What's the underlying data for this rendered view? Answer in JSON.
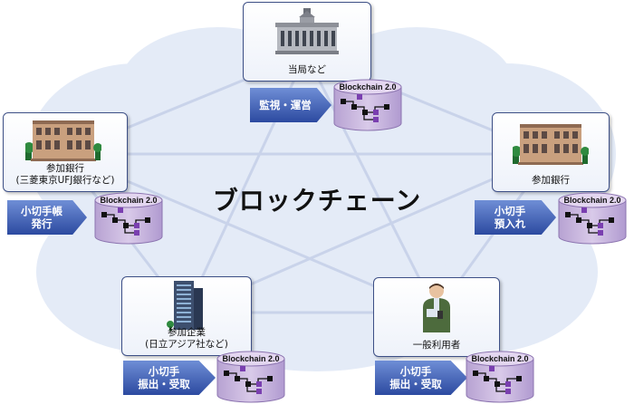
{
  "center_title": "ブロックチェーン",
  "chain_label": "Blockchain 2.0",
  "nodes": {
    "authority": {
      "label": "当局など",
      "action": "監視・運営"
    },
    "bank_left": {
      "label": "参加銀行\n(三菱東京UFJ銀行など)",
      "action": "小切手帳\n発行"
    },
    "bank_right": {
      "label": "参加銀行",
      "action": "小切手\n預入れ"
    },
    "company": {
      "label": "参加企業\n(日立アジア社など)",
      "action": "小切手\n振出・受取"
    },
    "user": {
      "label": "一般利用者",
      "action": "小切手\n振出・受取"
    }
  },
  "colors": {
    "cloud": "#e4ebf7",
    "network_line": "#c9d3ea",
    "card_border": "#3d4f86",
    "arrow": "#2c4aa0",
    "cylinder": "#c7b3dc",
    "block_dark": "#111111",
    "block_purple": "#7a3fb0"
  },
  "icons": {
    "authority": "government-building-icon",
    "bank_left": "bank-building-icon",
    "bank_right": "bank-building-icon",
    "company": "office-tower-icon",
    "user": "person-with-phone-icon"
  }
}
